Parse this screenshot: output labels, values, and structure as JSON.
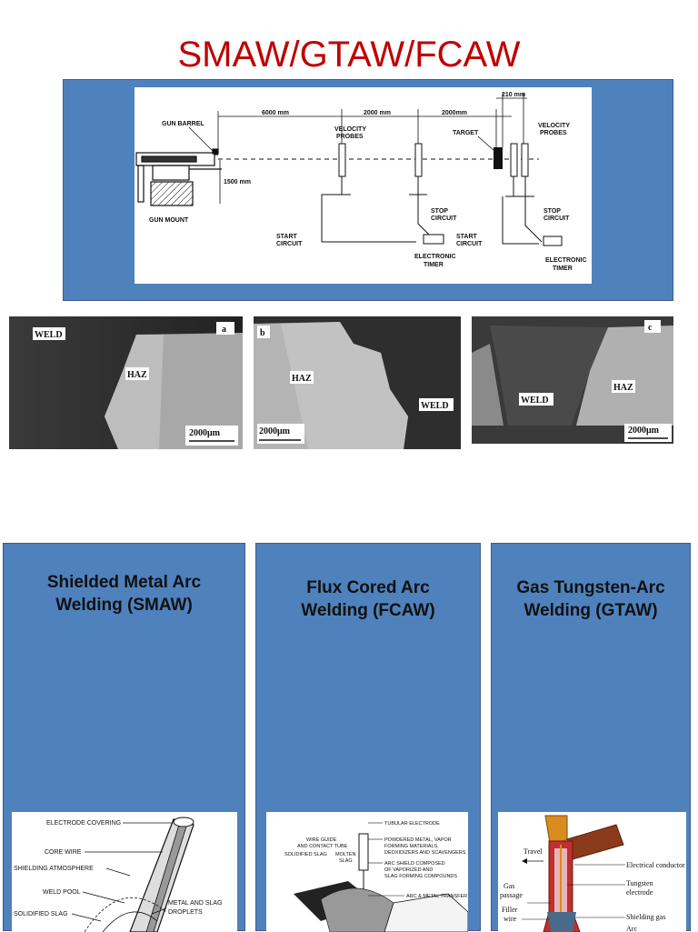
{
  "title": "SMAW/GTAW/FCAW",
  "range_diagram": {
    "labels": {
      "gun_barrel": "GUN BARREL",
      "gun_mount": "GUN MOUNT",
      "height": "1500 mm",
      "dist1": "6000 mm",
      "dist2": "2000 mm",
      "dist3": "2000mm",
      "dist4": "210 mm",
      "velocity_probes_1": "VELOCITY",
      "velocity_probes_1b": "PROBES",
      "velocity_probes_2": "VELOCITY",
      "velocity_probes_2b": "PROBES",
      "target": "TARGET",
      "start_circuit_1a": "START",
      "start_circuit_1b": "CIRCUIT",
      "stop_circuit_1a": "STOP",
      "stop_circuit_1b": "CIRCUIT",
      "start_circuit_2a": "START",
      "start_circuit_2b": "CIRCUIT",
      "stop_circuit_2a": "STOP",
      "stop_circuit_2b": "CIRCUIT",
      "timer_1a": "ELECTRONIC",
      "timer_1b": "TIMER",
      "timer_2a": "ELECTRONIC",
      "timer_2b": "TIMER"
    }
  },
  "micrographs": [
    {
      "letter": "a",
      "weld": "WELD",
      "haz": "HAZ",
      "scale": "2000μm"
    },
    {
      "letter": "b",
      "weld": "WELD",
      "haz": "HAZ",
      "scale": "2000μm"
    },
    {
      "letter": "c",
      "weld": "WELD",
      "haz": "HAZ",
      "scale": "2000μm"
    }
  ],
  "cards": [
    {
      "title_line1": "Shielded Metal Arc",
      "title_line2": "Welding (SMAW)",
      "labels": {
        "electrode_covering": "ELECTRODE COVERING",
        "core_wire": "CORE WIRE",
        "shielding_atmosphere": "SHIELDING ATMOSPHERE",
        "weld_pool": "WELD POOL",
        "solidified_slag": "SOLIDIFIED SLAG",
        "metal_slag_1": "METAL AND SLAG",
        "metal_slag_2": "DROPLETS"
      }
    },
    {
      "title_line1": "Flux Cored Arc",
      "title_line2": "Welding (FCAW)",
      "labels": {
        "tubular": "TUBULAR ELECTRODE",
        "wire_guide_1": "WIRE GUIDE",
        "wire_guide_2": "AND CONTACT TUBE",
        "solidified_slag": "SOLIDIFIED SLAG",
        "molten_1": "MOLTEN",
        "molten_2": "SLAG",
        "powdered_1": "POWDERED METAL, VAPOR",
        "powdered_2": "FORMING MATERIALS,",
        "powdered_3": "DEOXIDIZERS AND SCAVENGERS",
        "arc_shield_1": "ARC SHIELD COMPOSED",
        "arc_shield_2": "OF VAPORIZED AND",
        "arc_shield_3": "SLAG FORMING COMPOUNDS",
        "arc_metal": "ARC & METAL TRANSFER"
      }
    },
    {
      "title_line1": "Gas Tungsten-Arc",
      "title_line2": "Welding (GTAW)",
      "labels": {
        "travel": "Travel",
        "electrical_conductor": "Electrical conductor",
        "tungsten_1": "Tungsten",
        "tungsten_2": "electrode",
        "gas_passage_1": "Gas",
        "gas_passage_2": "passage",
        "filler_1": "Filler",
        "filler_2": "wire",
        "shielding_gas": "Shielding gas",
        "arc": "Arc"
      }
    }
  ]
}
